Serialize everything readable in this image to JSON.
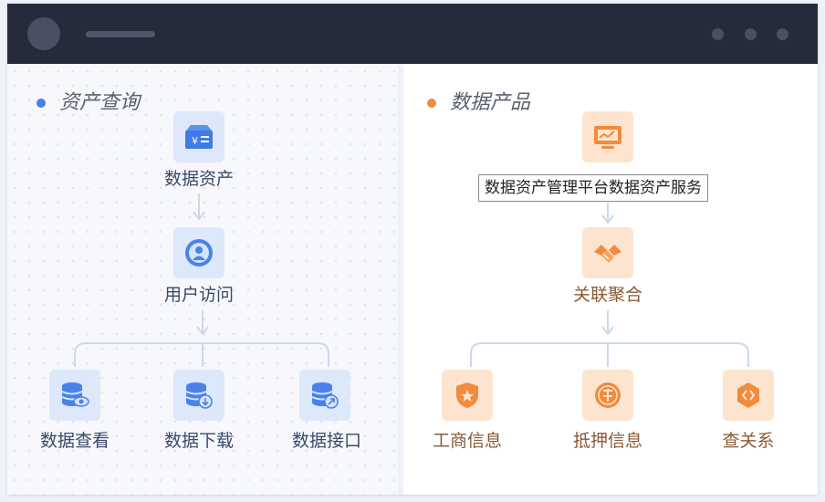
{
  "colors": {
    "titlebar": "#262b3c",
    "accent_blue": "#4a7ef0",
    "accent_orange": "#f08c3a",
    "node_blue_bg": "#dde8fb",
    "node_orange_bg": "#fde4cf"
  },
  "left_section": {
    "title": "资产查询",
    "nodes": {
      "data_assets": {
        "label": "数据资产",
        "icon": "id-card-icon"
      },
      "user_access": {
        "label": "用户访问",
        "icon": "user-icon"
      },
      "data_view": {
        "label": "数据查看",
        "icon": "database-eye-icon"
      },
      "data_download": {
        "label": "数据下载",
        "icon": "database-download-icon"
      },
      "data_api": {
        "label": "数据接口",
        "icon": "database-link-icon"
      }
    }
  },
  "right_section": {
    "title": "数据产品",
    "nodes": {
      "top_product": {
        "icon": "chart-board-icon"
      },
      "relation_aggregation": {
        "label": "关联聚合",
        "icon": "handshake-icon"
      },
      "business_info": {
        "label": "工商信息",
        "icon": "shield-star-icon"
      },
      "mortgage_info": {
        "label": "抵押信息",
        "icon": "mortgage-stamp-icon"
      },
      "check_relations": {
        "label": "查关系",
        "icon": "hexagon-link-icon"
      }
    }
  },
  "tooltip": {
    "text": "数据资产管理平台数据资产服务"
  }
}
